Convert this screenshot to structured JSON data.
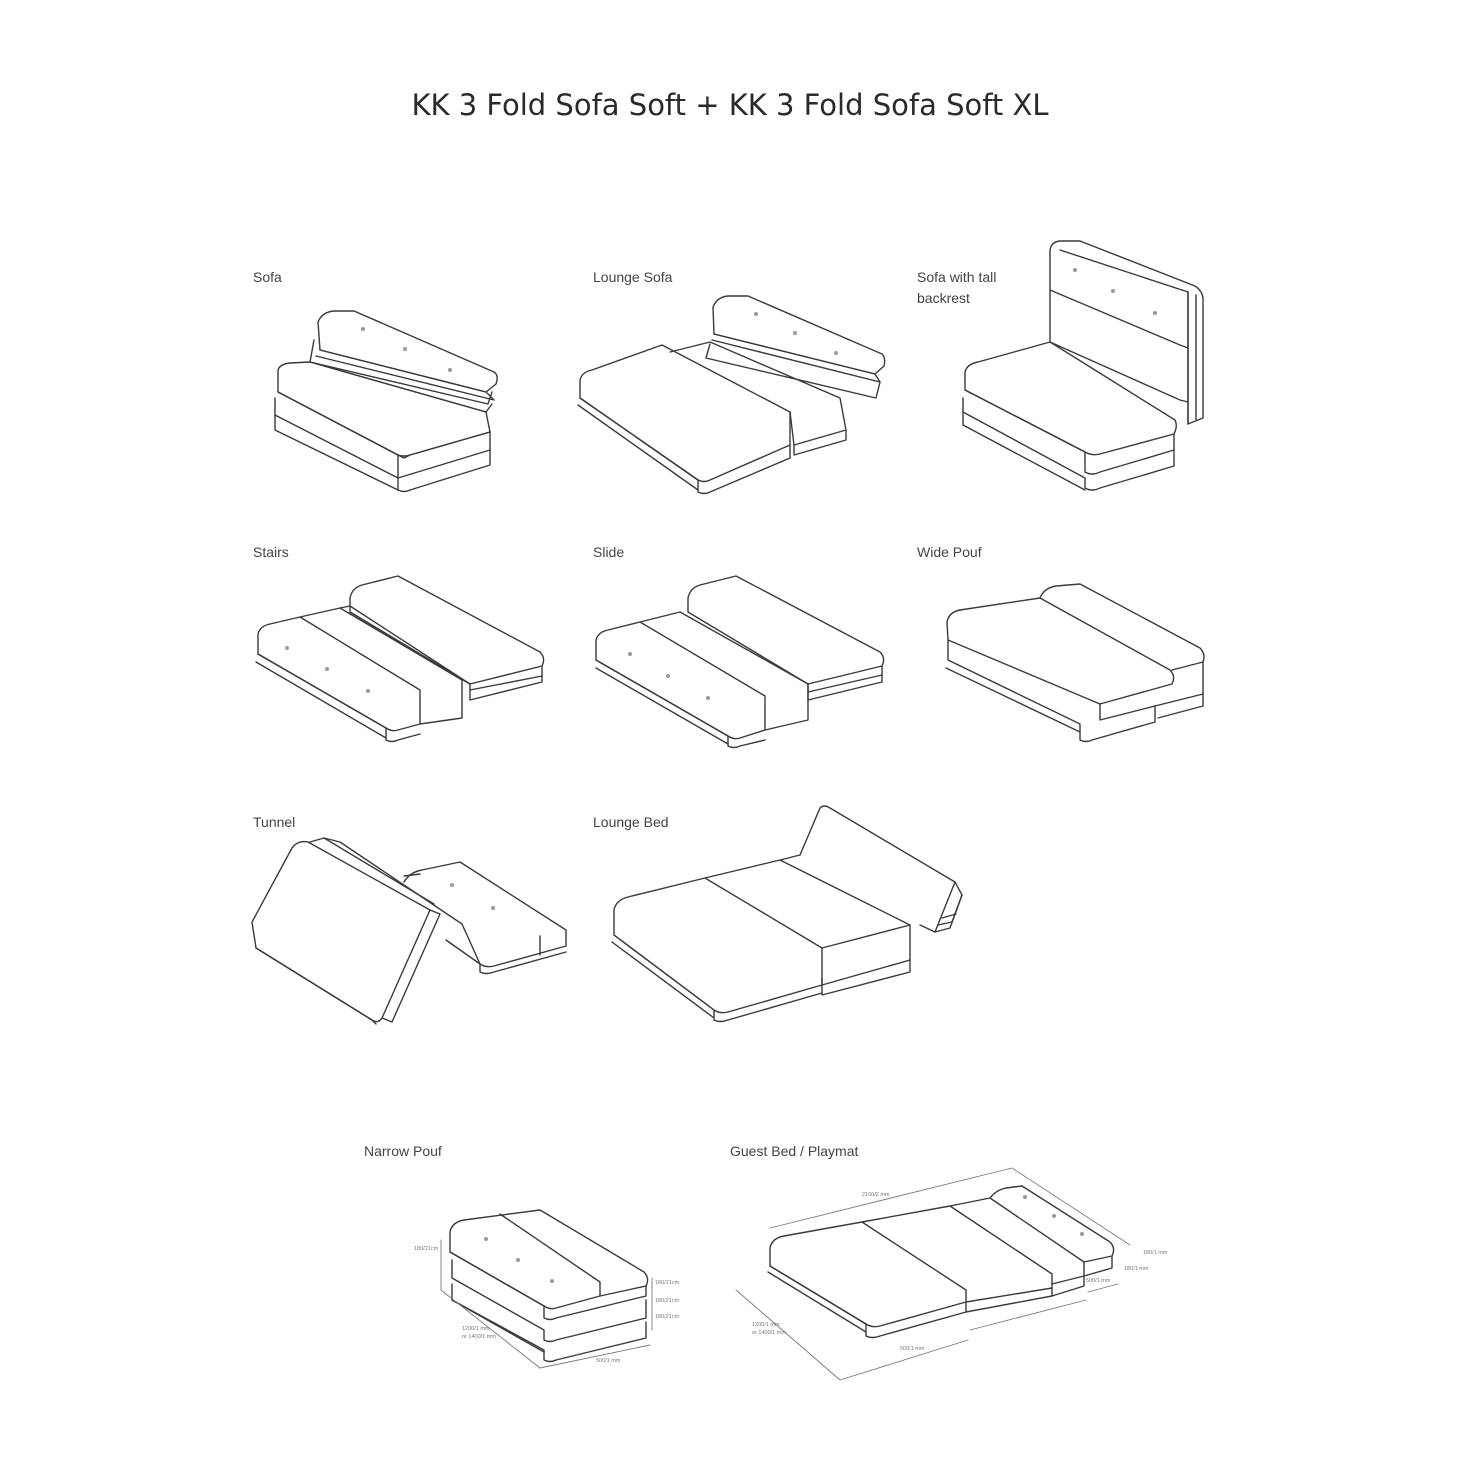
{
  "title": "KK 3 Fold Sofa Soft + KK 3 Fold Sofa Soft XL",
  "configurations": [
    {
      "id": "sofa",
      "label": "Sofa"
    },
    {
      "id": "lounge-sofa",
      "label": "Lounge Sofa"
    },
    {
      "id": "sofa-tall",
      "label": "Sofa with tall",
      "label2": "backrest"
    },
    {
      "id": "stairs",
      "label": "Stairs"
    },
    {
      "id": "slide",
      "label": "Slide"
    },
    {
      "id": "wide-pouf",
      "label": "Wide Pouf"
    },
    {
      "id": "tunnel",
      "label": "Tunnel"
    },
    {
      "id": "lounge-bed",
      "label": "Lounge Bed"
    },
    {
      "id": "narrow-pouf",
      "label": "Narrow Pouf"
    },
    {
      "id": "guest-bed",
      "label": "Guest Bed / Playmat"
    }
  ],
  "dimensions": {
    "narrow_pouf": [
      "180/21cm",
      "180/21cm",
      "180/21cm",
      "180/21cm",
      "1200/1 mm",
      "or 1400/1 mm",
      "500/1 mm"
    ],
    "guest_bed": [
      "2100/2 mm",
      "180/1 mm",
      "180/1 mm",
      "500/1 mm",
      "1200/1 mm",
      "or 1400/1 mm",
      "500/1 mm"
    ]
  }
}
